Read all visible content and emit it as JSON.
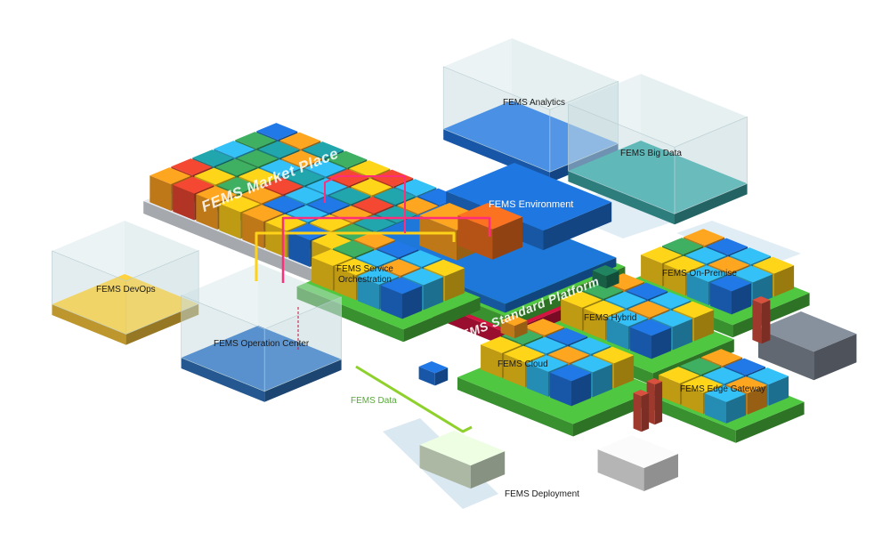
{
  "labels": {
    "analytics": "FEMS Analytics",
    "big_data": "FEMS Big Data",
    "environment": "FEMS Environment",
    "market_place": "FEMS Market Place",
    "service_orchestration": "FEMS Service\nOrchestration",
    "standard_platform": "FEMS Standard Platform",
    "devops": "FEMS DevOps",
    "operation_center": "FEMS Operation Center",
    "on_premise": "FEMS On-Premise",
    "hybrid": "FEMS Hybrid",
    "cloud": "FEMS Cloud",
    "edge_gateway": "FEMS Edge Gateway",
    "data": "FEMS Data",
    "deployment": "FEMS Deployment"
  },
  "colors": {
    "tile_blue": "#1f6fd6",
    "tile_cyan": "#2fb3e6",
    "tile_green": "#3aa35a",
    "tile_orange": "#f39a1e",
    "tile_yellow": "#f5c518",
    "tile_red": "#e3432e",
    "tile_teal": "#1f9aa0",
    "platform_green": "#49b83c",
    "platform_red": "#c4123c",
    "glass": "#c9dde0",
    "devops_floor": "#f2c23a",
    "opcenter_floor": "#2f6fb8",
    "bigdata_floor": "#3aa0a0",
    "environment_top": "#1d6fd1",
    "highlight_line": "#ff2d7a",
    "highlight_yellow": "#ffd21a",
    "data_line": "#8fd12c"
  }
}
